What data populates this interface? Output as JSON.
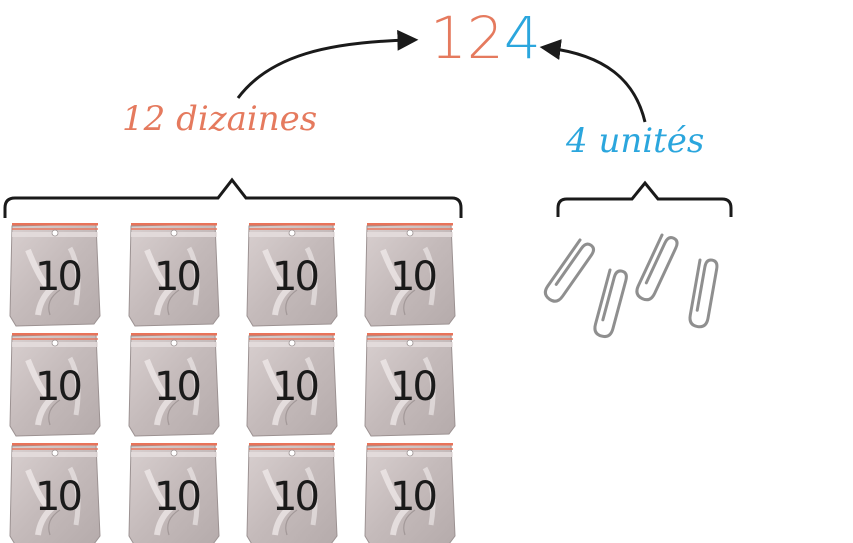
{
  "number": {
    "hundreds": "1",
    "tens": "2",
    "units": "4"
  },
  "tens_label": "12 dizaines",
  "units_label": "4 unités",
  "bag_label": "10",
  "bag_count": 12,
  "clip_count": 4,
  "colors": {
    "tens": "#e57a5e",
    "units": "#2ba6dd",
    "hundreds": "#e57a5e",
    "ink": "#1a1a1a",
    "bag": "#cfc6c6",
    "bag_stripe": "#e8735a"
  }
}
